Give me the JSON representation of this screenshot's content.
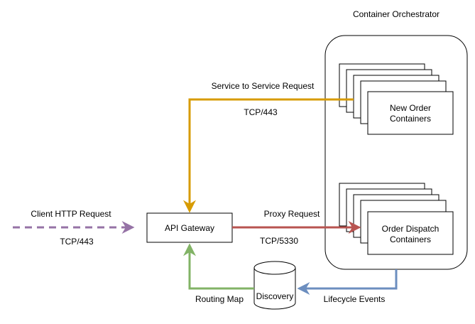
{
  "orchestrator": {
    "title": "Container Orchestrator"
  },
  "nodes": {
    "new_order": {
      "line1": "New Order",
      "line2": "Containers"
    },
    "order_dispatch": {
      "line1": "Order Dispatch",
      "line2": "Containers"
    },
    "api_gateway": {
      "label": "API Gateway"
    },
    "discovery": {
      "label": "Discovery"
    }
  },
  "edges": {
    "service_to_service": {
      "label": "Service to Service Request",
      "port": "TCP/443",
      "color": "#d79b00"
    },
    "client_http": {
      "label": "Client HTTP Request",
      "port": "TCP/443",
      "color": "#9673a6"
    },
    "proxy": {
      "label": "Proxy Request",
      "port": "TCP/5330",
      "color": "#b85450"
    },
    "routing_map": {
      "label": "Routing Map",
      "color": "#82b366"
    },
    "lifecycle": {
      "label": "Lifecycle Events",
      "color": "#6c8ebf"
    }
  }
}
